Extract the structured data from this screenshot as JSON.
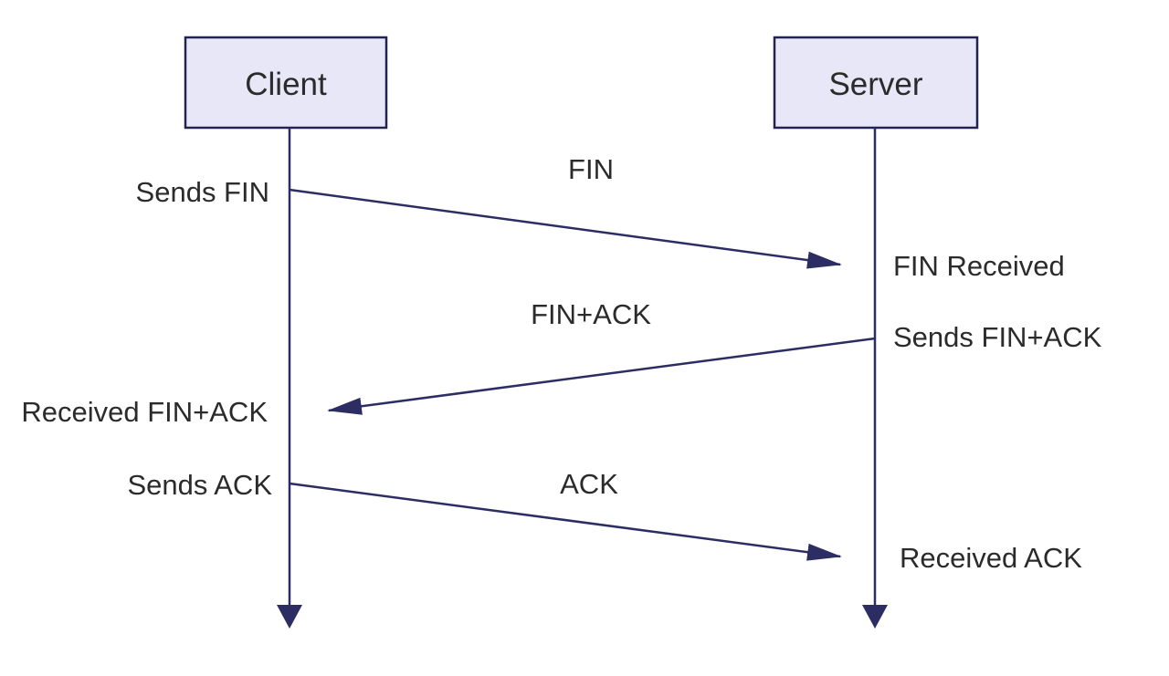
{
  "participants": {
    "left": {
      "label": "Client"
    },
    "right": {
      "label": "Server"
    }
  },
  "events": [
    {
      "message": "FIN",
      "direction": "left-to-right",
      "send_label": "Sends FIN",
      "receive_label": "FIN Received"
    },
    {
      "message": "FIN+ACK",
      "direction": "right-to-left",
      "send_label": "Sends FIN+ACK",
      "receive_label": "Received FIN+ACK"
    },
    {
      "message": "ACK",
      "direction": "left-to-right",
      "send_label": "Sends ACK",
      "receive_label": "Received ACK"
    }
  ],
  "colors": {
    "background": "#ffffff",
    "line": "#2b2d63",
    "box_fill": "#e8e7f7",
    "box_border": "#23234f",
    "text": "#2b2b2b"
  }
}
